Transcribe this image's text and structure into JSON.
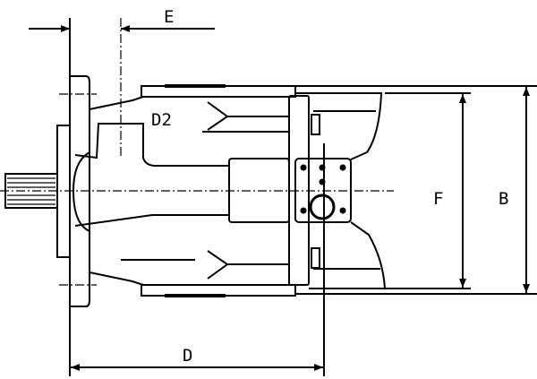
{
  "labels": {
    "E": "E",
    "D2": "D2",
    "F": "F",
    "B": "B",
    "D": "D"
  }
}
